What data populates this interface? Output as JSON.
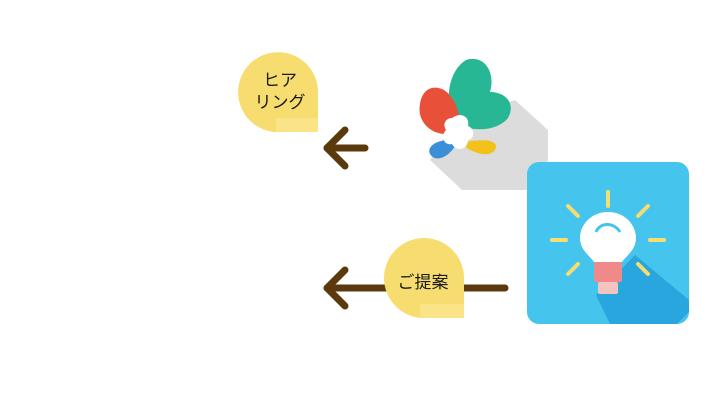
{
  "diagram": {
    "hearing_label_line1": "ヒア",
    "hearing_label_line2": "リング",
    "proposal_label": "ご提案",
    "colors": {
      "bubble": "#f7dc6f",
      "bubble_shade": "#f2cf58",
      "arrow": "#5a3a0c",
      "lightbulb_tile": "#45c4ee",
      "lightbulb_tile_shadow": "#2aa6df",
      "flower_red": "#e8503a",
      "flower_green": "#27b795",
      "flower_blue": "#3b8fd6",
      "flower_yellow": "#f2c21a",
      "flower_shadow": "#dcdcdc"
    },
    "icons": {
      "left_icon": "flower-logo-icon",
      "right_icon": "lightbulb-icon"
    }
  }
}
